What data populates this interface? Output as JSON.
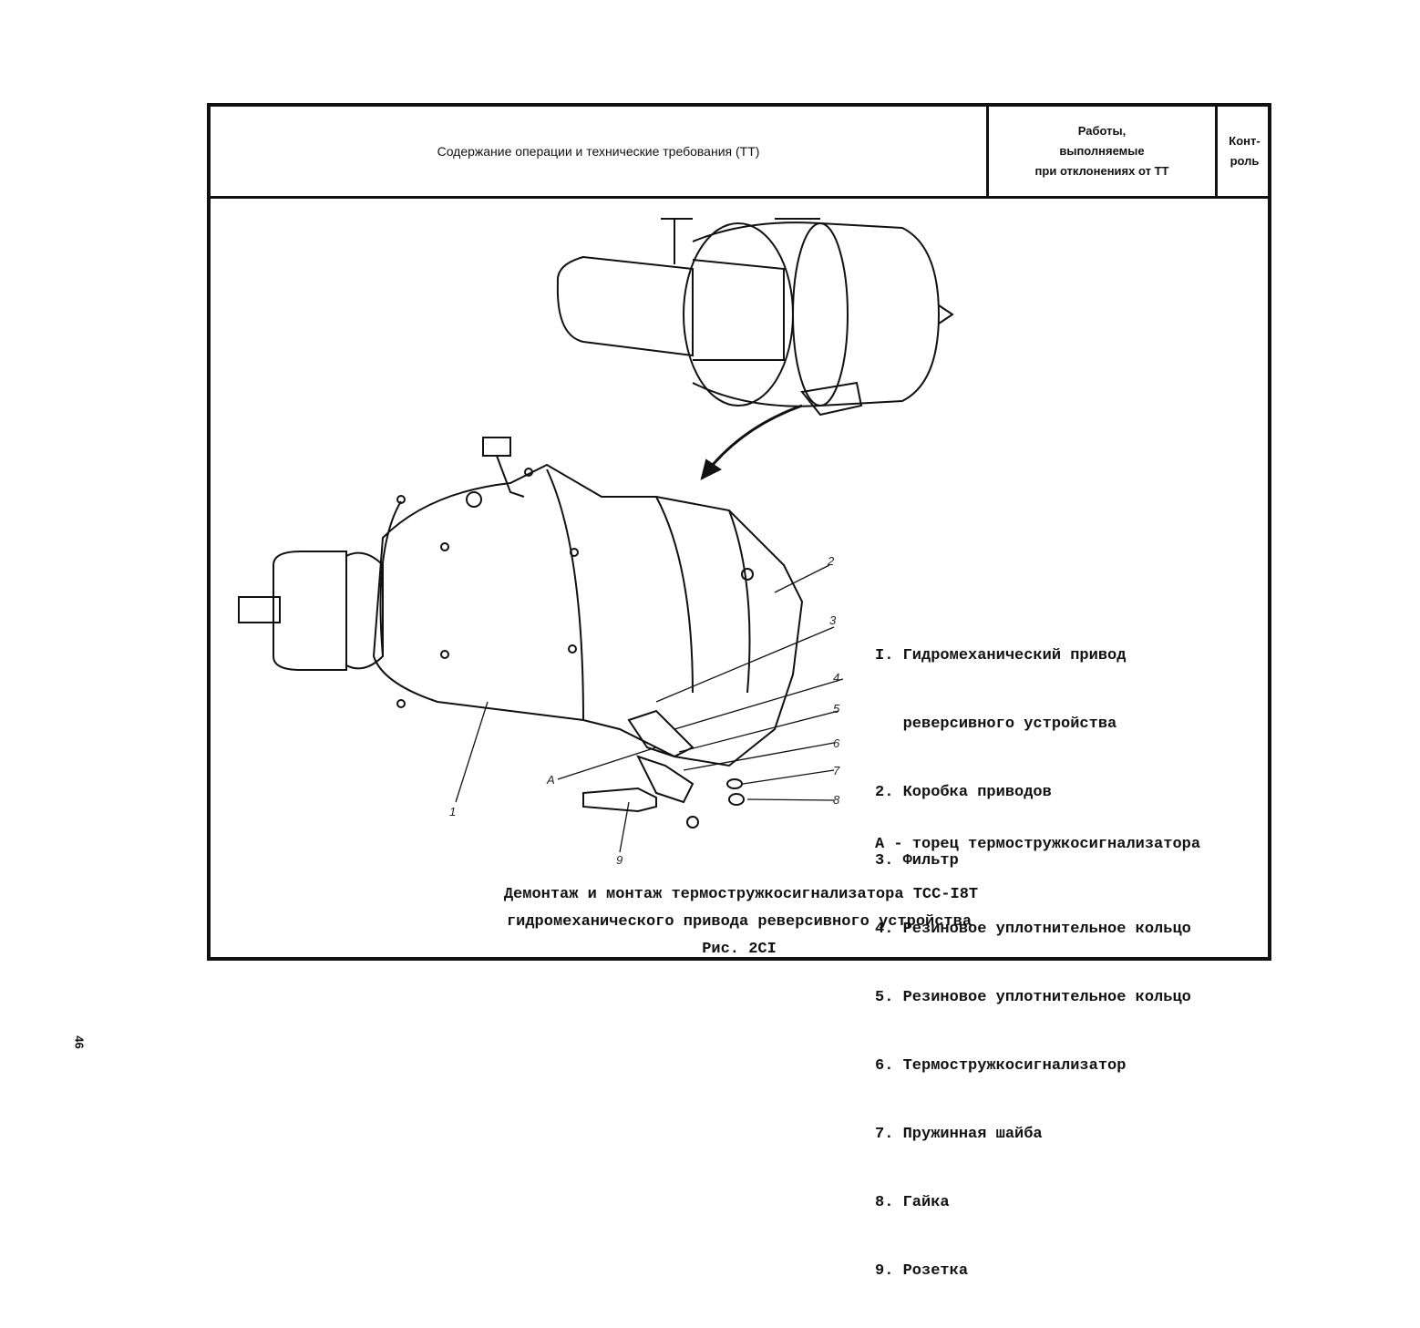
{
  "header": {
    "col1": "Содержание операции и технические требования (ТТ)",
    "col2_lines": [
      "Работы,",
      "выполняемые",
      "при отклонениях от ТТ"
    ],
    "col3_lines": [
      "Конт-",
      "роль"
    ]
  },
  "legend": [
    "I. Гидромеханический привод",
    "   реверсивного устройства",
    "2. Коробка приводов",
    "3. Фильтр",
    "4. Резиновое уплотнительное кольцо",
    "5. Резиновое уплотнительное кольцо",
    "6. Термостружкосигнализатор",
    "7. Пружинная шайба",
    "8. Гайка",
    "9. Розетка"
  ],
  "note": "А - торец термостружкосигнализатора",
  "callouts": {
    "c1": "1",
    "c2": "2",
    "c3": "3",
    "c4": "4",
    "c5": "5",
    "c6": "6",
    "c7": "7",
    "c8": "8",
    "c9": "9",
    "cA": "А"
  },
  "caption": {
    "line1": "Демонтаж и монтаж термостружкосигнализатора ТСС-I8Т",
    "line2": "гидромеханического привода реверсивного устройства",
    "line3": "Рис. 2СI"
  },
  "page_number": "46"
}
